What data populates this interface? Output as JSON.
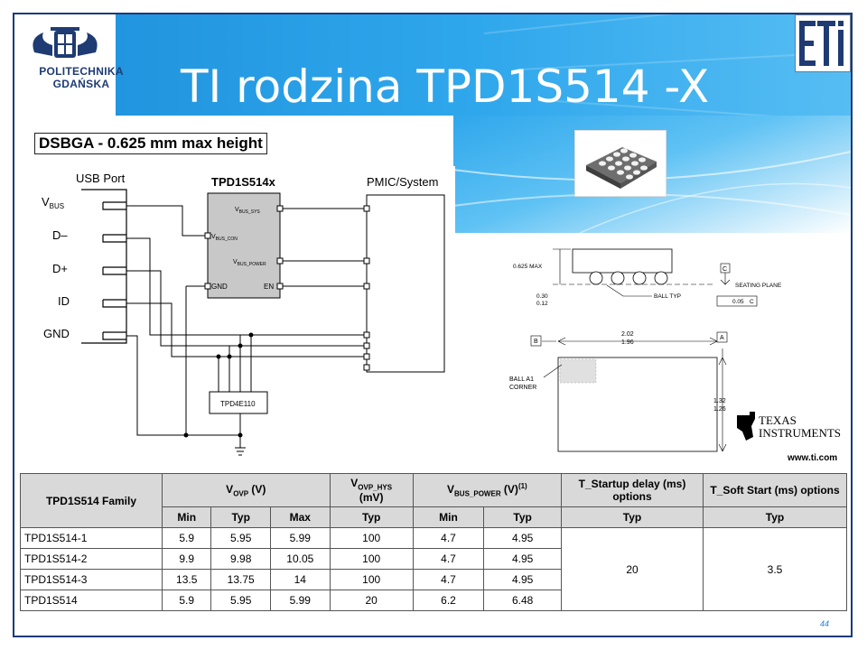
{
  "slide": {
    "title": "TI rodzina TPD1S514 -X",
    "page_number": "44"
  },
  "logos": {
    "left_name_line1": "POLITECHNIKA",
    "left_name_line2": "GDAŃSKA",
    "right_text": "ETI"
  },
  "package_label": "DSBGA - 0.625 mm max height",
  "schematic": {
    "usb_port": "USB Port",
    "chip": "TPD1S514x",
    "pmic": "PMIC/System",
    "tvs": "TPD4E110",
    "pins": [
      "VBUS",
      "D–",
      "D+",
      "ID",
      "GND"
    ],
    "chip_pins": {
      "vbus_sys": "VBUS_SYS",
      "vbus_con": "VBUS_CON",
      "vbus_power": "VBUS_POWER",
      "gnd": "GND",
      "en": "EN"
    }
  },
  "mechanical": {
    "max_height": "0.625 MAX",
    "seating_plane": "SEATING PLANE",
    "ball_typ": "BALL TYP",
    "standoff": [
      "0.30",
      "0.12"
    ],
    "tol": "0.05",
    "datum_c": "C",
    "datum_b": "B",
    "datum_a": "A",
    "width": [
      "2.02",
      "1.96"
    ],
    "height": [
      "1.32",
      "1.26"
    ],
    "ball_a1": [
      "BALL A1",
      "CORNER"
    ]
  },
  "ti": {
    "line1": "TEXAS",
    "line2": "INSTRUMENTS",
    "url": "www.ti.com"
  },
  "table": {
    "family_header": "TPD1S514 Family",
    "group_headers": [
      {
        "main": "V",
        "sub": "OVP",
        "unit": " (V)"
      },
      {
        "main": "V",
        "sub": "OVP_HYS",
        "unit": " (mV)"
      },
      {
        "main": "V",
        "sub": "BUS_POWER",
        "unit": " (V)",
        "sup": "(1)"
      },
      {
        "main": "T_Startup delay (ms) options"
      },
      {
        "main": "T_Soft Start (ms) options"
      }
    ],
    "sub_headers": [
      "Min",
      "Typ",
      "Max",
      "Typ",
      "Min",
      "Typ",
      "Typ",
      "Typ"
    ],
    "rows": [
      {
        "name": "TPD1S514-1",
        "cells": [
          "5.9",
          "5.95",
          "5.99",
          "100",
          "4.7",
          "4.95"
        ]
      },
      {
        "name": "TPD1S514-2",
        "cells": [
          "9.9",
          "9.98",
          "10.05",
          "100",
          "4.7",
          "4.95"
        ]
      },
      {
        "name": "TPD1S514-3",
        "cells": [
          "13.5",
          "13.75",
          "14",
          "100",
          "4.7",
          "4.95"
        ]
      },
      {
        "name": "TPD1S514",
        "cells": [
          "5.9",
          "5.95",
          "5.99",
          "20",
          "6.2",
          "6.48"
        ]
      }
    ],
    "startup_delay": "20",
    "soft_start": "3.5"
  }
}
